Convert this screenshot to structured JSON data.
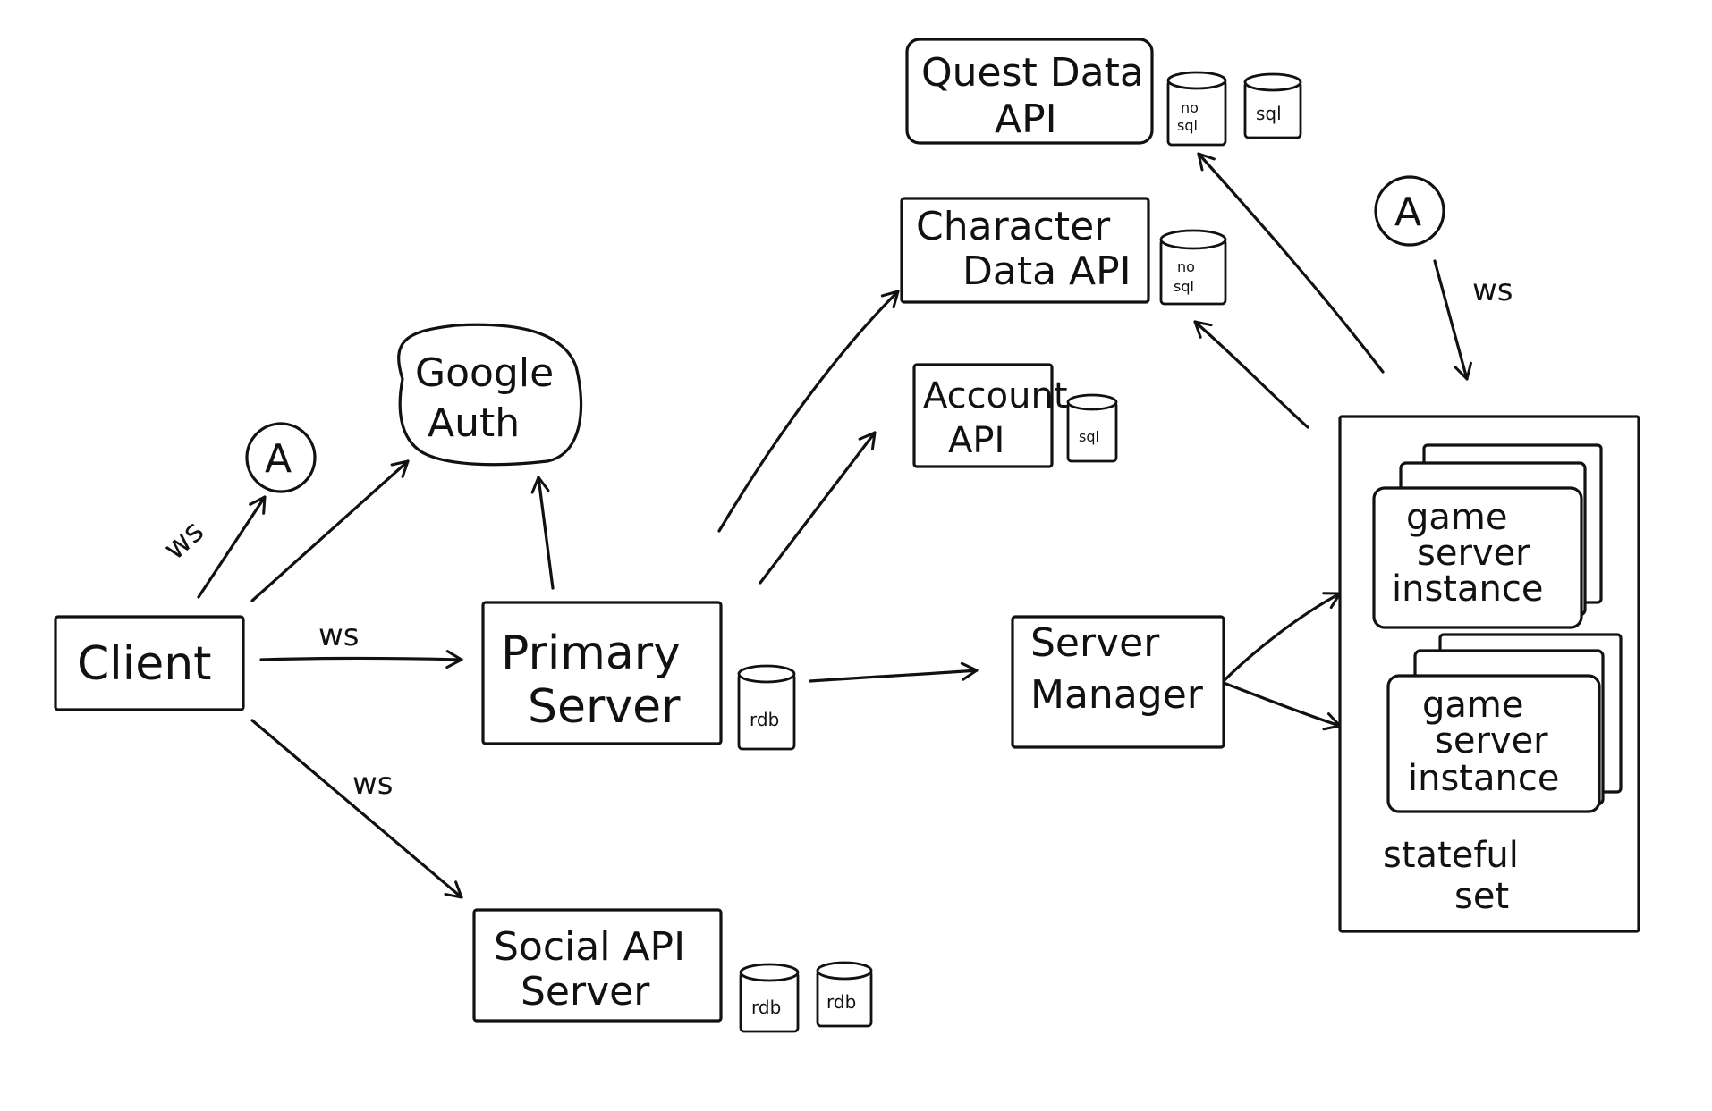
{
  "nodes": {
    "client": {
      "label": "Client"
    },
    "google_auth": {
      "line1": "Google",
      "line2": "Auth"
    },
    "primary_server": {
      "line1": "Primary",
      "line2": "Server"
    },
    "social_api": {
      "line1": "Social API",
      "line2": "Server"
    },
    "server_manager": {
      "line1": "Server",
      "line2": "Manager"
    },
    "quest_data_api": {
      "line1": "Quest Data",
      "line2": "API"
    },
    "character_data_api": {
      "line1": "Character",
      "line2": "Data API"
    },
    "account_api": {
      "line1": "Account",
      "line2": "API"
    },
    "game_instance_1": {
      "line1": "game",
      "line2": "server",
      "line3": "instance"
    },
    "game_instance_2": {
      "line1": "game",
      "line2": "server",
      "line3": "instance"
    },
    "stateful_set": {
      "line1": "stateful",
      "line2": "set"
    }
  },
  "databases": {
    "primary_rdb": "rdb",
    "social_rdb_1": "rdb",
    "social_rdb_2": "rdb",
    "quest_nosql_l1": "no",
    "quest_nosql_l2": "sql",
    "quest_sql": "sql",
    "character_nosql_l1": "no",
    "character_nosql_l2": "sql",
    "account_sql": "sql"
  },
  "connectors": {
    "a_top": "A",
    "a_right": "A"
  },
  "edge_labels": {
    "client_to_a": "ws",
    "client_to_primary": "ws",
    "client_to_social": "ws",
    "a_to_statefulset": "ws"
  }
}
